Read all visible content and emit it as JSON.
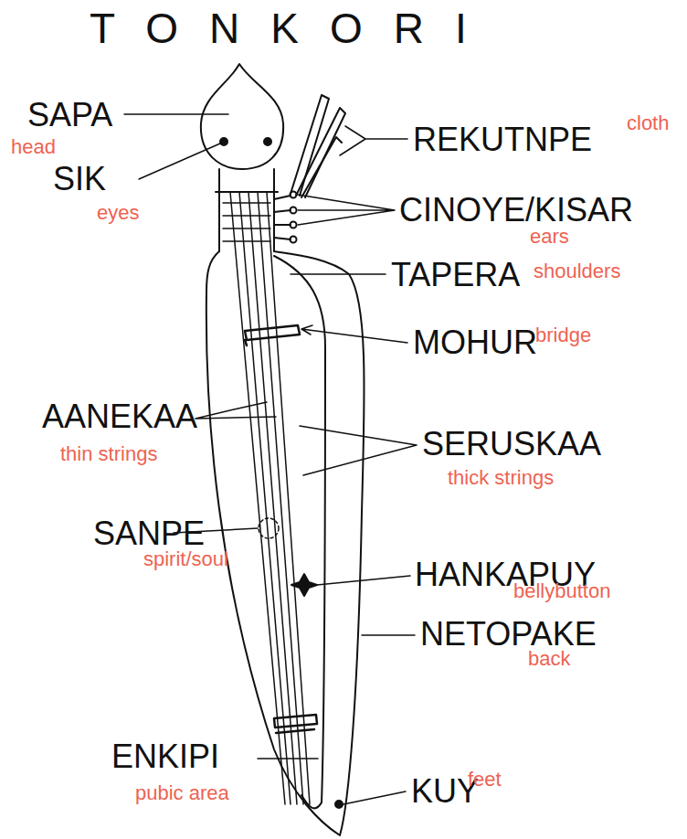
{
  "diagram": {
    "title": "TONKORI",
    "labels": [
      "SAPA",
      "head",
      "SIK",
      "eyes",
      "REKUTNPE",
      "cloth",
      "CINOYE/KISAR",
      "ears",
      "TAPERA",
      "shoulders",
      "MOHUR",
      "bridge",
      "AANEKAA",
      "thin strings",
      "SERUSKAA",
      "thick strings",
      "SANPE",
      "spirit/soul",
      "HANKAPUY",
      "bellybutton",
      "NETOPAKE",
      "back",
      "ENKIPI",
      "pubic area",
      "KUY",
      "feet"
    ]
  }
}
